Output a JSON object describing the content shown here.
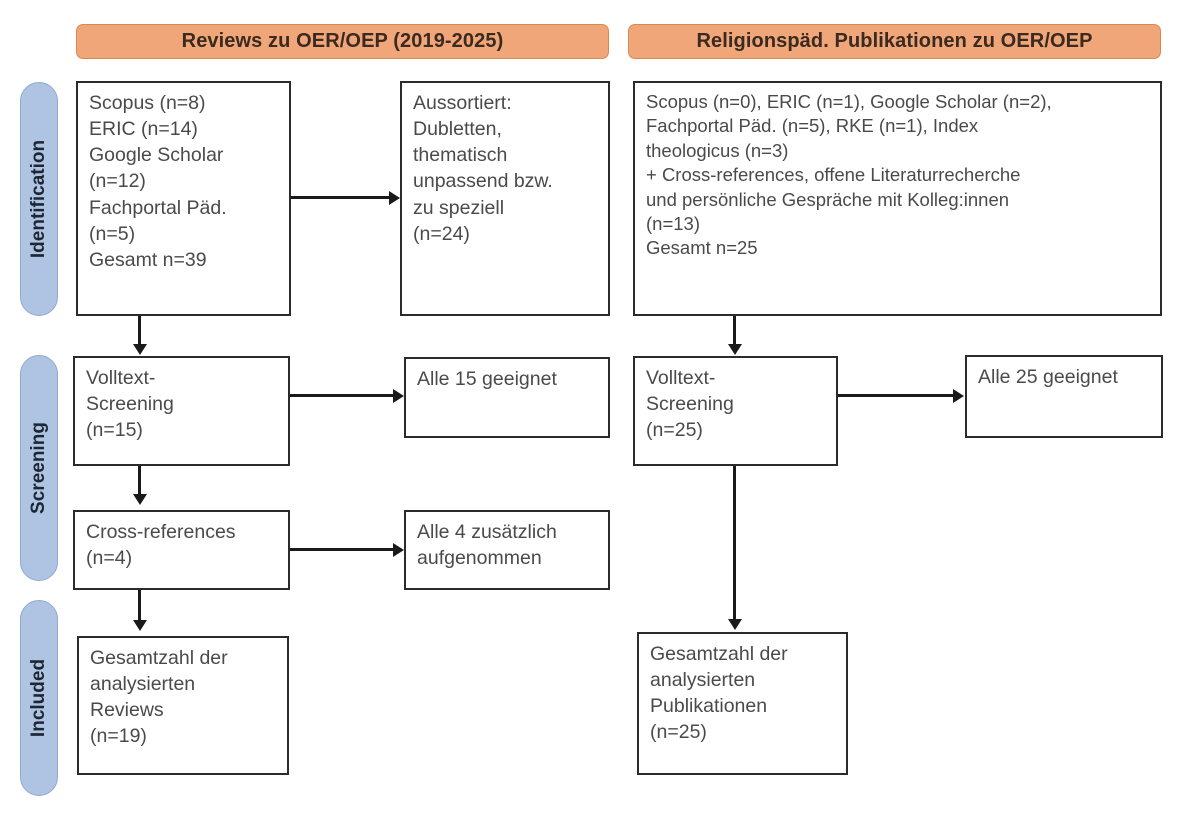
{
  "columns": {
    "left_header": "Reviews zu OER/OEP (2019-2025)",
    "right_header": "Religionspäd. Publikationen zu OER/OEP"
  },
  "phases": [
    {
      "label": "Identification"
    },
    {
      "label": "Screening"
    },
    {
      "label": "Included"
    }
  ],
  "left_column": {
    "identification_sources": "Scopus (n=8)\nERIC (n=14)\nGoogle Scholar\n(n=12)\nFachportal Päd.\n(n=5)\nGesamt n=39",
    "excluded": "Aussortiert:\nDubletten,\nthematisch\nunpassend bzw.\nzu speziell\n(n=24)",
    "fulltext_screening": "Volltext-\nScreening\n(n=15)",
    "fulltext_result": "Alle 15 geeignet",
    "cross_references": "Cross-references\n(n=4)",
    "cross_references_result": "Alle 4 zusätzlich\naufgenommen",
    "included_total": "Gesamtzahl der\nanalysierten\nReviews\n(n=19)"
  },
  "right_column": {
    "identification_sources": "Scopus (n=0), ERIC (n=1), Google Scholar (n=2),\nFachportal Päd. (n=5), RKE (n=1), Index\ntheologicus (n=3)\n+ Cross-references, offene Literaturrecherche\nund persönliche Gespräche mit Kolleg:innen\n(n=13)\nGesamt n=25",
    "fulltext_screening": "Volltext-\nScreening\n(n=25)",
    "fulltext_result": "Alle 25 geeignet",
    "included_total": "Gesamtzahl der\nanalysierten\nPublikationen\n(n=25)"
  },
  "colors": {
    "header_fill": "#F0A679",
    "header_border": "#D98A52",
    "phase_fill": "#AFC4E2",
    "phase_border": "#8FA9CE",
    "box_border": "#2B2B2B",
    "connector": "#1A1A1A",
    "text": "#4A4A4A"
  }
}
